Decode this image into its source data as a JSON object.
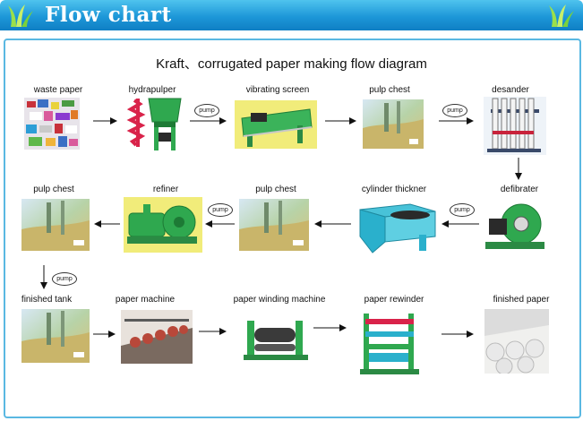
{
  "header": {
    "title": "Flow chart"
  },
  "diagram": {
    "title": "Kraft、corrugated paper making flow diagram",
    "stations": {
      "waste_paper": "waste paper",
      "hydrapulper": "hydrapulper",
      "vibrating_screen": "vibrating screen",
      "pulp_chest_1": "pulp chest",
      "desander": "desander",
      "defibrater": "defibrater",
      "cylinder_thickner": "cylinder thickner",
      "pulp_chest_2": "pulp chest",
      "refiner": "refiner",
      "pulp_chest_3": "pulp chest",
      "finished_tank": "finished tank",
      "paper_machine": "paper machine",
      "paper_winding_machine": "paper winding machine",
      "paper_rewinder": "paper rewinder",
      "finished_paper": "finished paper"
    },
    "pump_label": "pump"
  },
  "colors": {
    "header": "#1d97d8",
    "panel_border": "#5ab8e2",
    "arrow": "#111111",
    "machine_green": "#2fa84f"
  }
}
